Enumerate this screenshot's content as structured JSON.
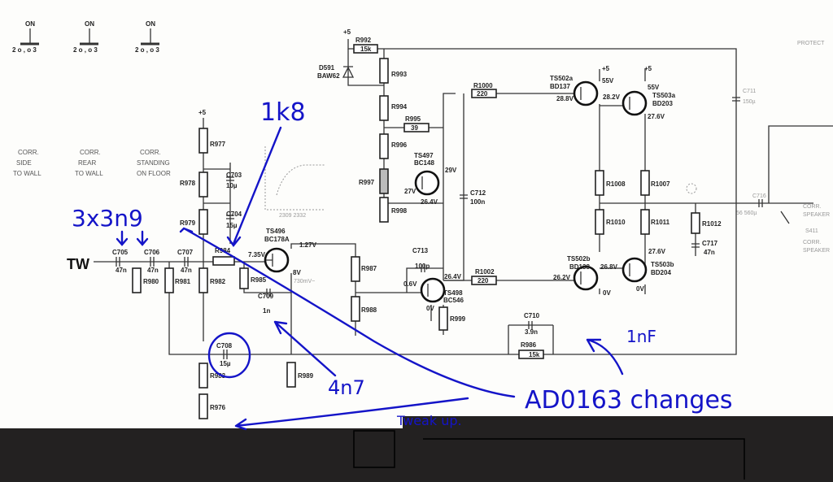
{
  "switches": [
    {
      "state": "ON",
      "pins": "2 o , o 3"
    },
    {
      "state": "ON",
      "pins": "2 o , o 3"
    },
    {
      "state": "ON",
      "pins": "2 o , o 3"
    }
  ],
  "corr": [
    [
      "CORR.",
      "SIDE",
      "TO WALL"
    ],
    [
      "CORR.",
      "REAR",
      "TO WALL"
    ],
    [
      "CORR.",
      "STANDING",
      "ON FLOOR"
    ]
  ],
  "labels": {
    "tw": "TW",
    "plus5": "+5",
    "r977": "R977",
    "r978": "R978",
    "c703": "C703",
    "c703v": "10µ",
    "r979": "R979",
    "c704": "C704",
    "c704v": "15µ",
    "ts496": "TS496",
    "bc178a": "BC178A",
    "v127": "1.27V",
    "v735": "7.35V",
    "v8": "8V",
    "mv730": "730mV~",
    "c705": "C705",
    "c706": "C706",
    "c707": "C707",
    "n47": "47n",
    "r984": "R984",
    "r980": "R980",
    "r981": "R981",
    "r982": "R982",
    "r985": "R985",
    "c709": "C709",
    "c709v": "1n",
    "c708": "C708",
    "c708v": "15µ",
    "r983": "R983",
    "r989": "R989",
    "r976": "R976",
    "r992": "R992",
    "r992v": "15k",
    "d591": "D591",
    "baw62": "BAW62",
    "r993": "R993",
    "r994": "R994",
    "r995": "R995",
    "r995v": "39",
    "r996": "R996",
    "ts497": "TS497",
    "bc148": "BC148",
    "r997": "R997",
    "v27": "27V",
    "v29": "29V",
    "v264": "26.4V",
    "c712": "C712",
    "c712v": "100n",
    "r998": "R998",
    "c713": "C713",
    "c713v": "100p",
    "v06": "0.6V",
    "r1002": "R1002",
    "r220": "220",
    "ts498": "TS498",
    "bc546": "BC546",
    "v0": "0V",
    "r999": "R999",
    "r987": "R987",
    "r988": "R988",
    "r1000": "R1000",
    "ts502a": "TS502a",
    "bd137": "BD137",
    "v288": "28.8V",
    "v55": "55V",
    "ts503a": "TS503a",
    "bd203": "BD203",
    "v282": "28.2V",
    "v276": "27.6V",
    "r1008": "R1008",
    "r1007": "R1007",
    "r1010": "R1010",
    "r1011": "R1011",
    "r1012": "R1012",
    "c717": "C717",
    "c717v": "47n",
    "ts502b": "TS502b",
    "bd138": "BD138",
    "v262": "26.2V",
    "v268": "26.8V",
    "ts503b": "TS503b",
    "bd204": "BD204",
    "c710": "C710",
    "c710v": "3.9n",
    "r986": "R986",
    "r986v": "15k",
    "c711": "C711",
    "c711v": "150µ",
    "c716": "C716",
    "c716v": "56 560µ",
    "s411": "S411",
    "corrsp": "CORR.",
    "speaker": "SPEAKER",
    "protect": "PROTECT",
    "graph": "2309  2332"
  },
  "annotations": {
    "a1k8": "1k8",
    "a3x3n9": "3x3n9",
    "a4n7": "4n7",
    "a1nf": "1nF",
    "changes": "AD0163 changes",
    "tweak": "Tweak up."
  },
  "colors": {
    "ink": "#1414c8",
    "band": "#232121"
  }
}
